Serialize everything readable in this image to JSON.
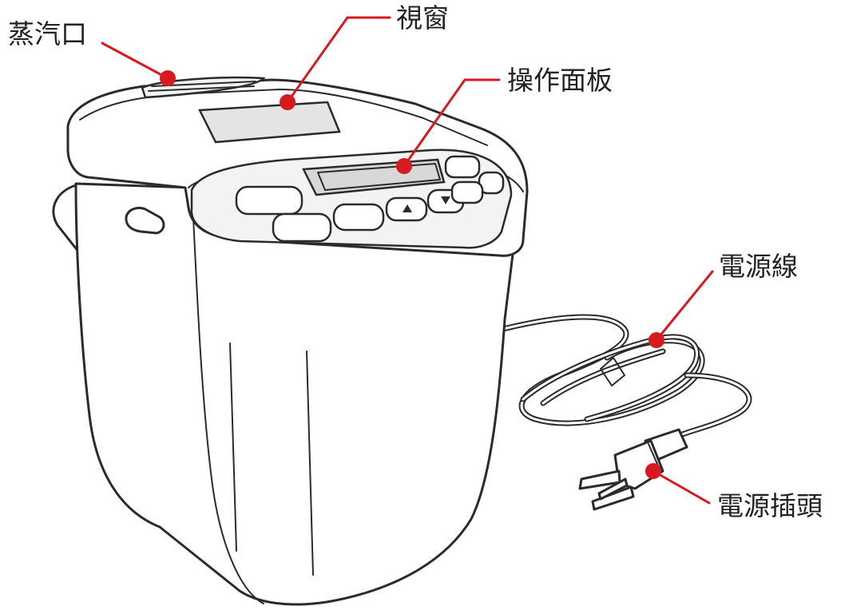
{
  "accent_color": "#d71920",
  "labels": {
    "steam_vent": "蒸汽口",
    "viewing_window": "視窗",
    "control_panel": "操作面板",
    "power_cord": "電源線",
    "power_plug": "電源插頭"
  },
  "icons": {
    "button_up": "triangle-up-icon",
    "button_down": "triangle-down-icon"
  }
}
